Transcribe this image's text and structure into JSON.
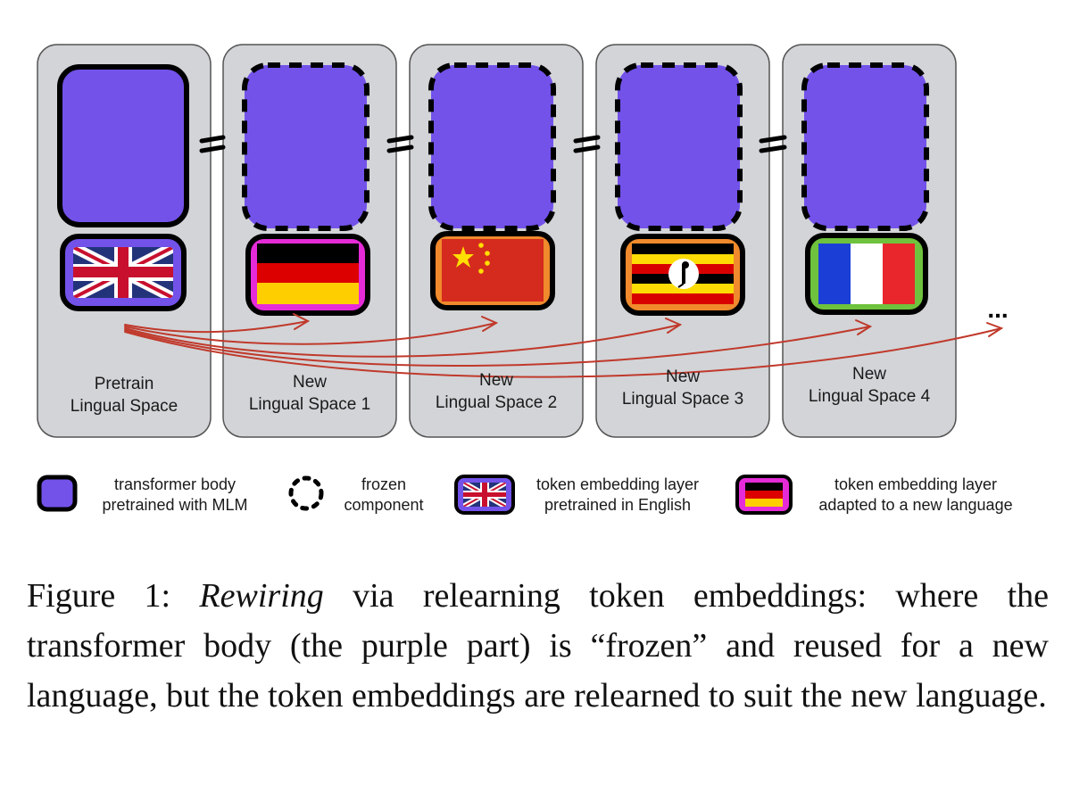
{
  "panels": [
    {
      "line1": "Pretrain",
      "line2": "Lingual Space",
      "flag": "uk-flag",
      "frozen": false
    },
    {
      "line1": "New",
      "line2": "Lingual Space 1",
      "flag": "germany-flag",
      "frozen": true
    },
    {
      "line1": "New",
      "line2": "Lingual Space 2",
      "flag": "china-flag",
      "frozen": true
    },
    {
      "line1": "New",
      "line2": "Lingual Space 3",
      "flag": "uganda-flag",
      "frozen": true
    },
    {
      "line1": "New",
      "line2": "Lingual Space 4",
      "flag": "france-flag",
      "frozen": true
    }
  ],
  "ellipsis": "...",
  "legend": {
    "body": {
      "line1": "transformer body",
      "line2": "pretrained with MLM",
      "icon": "purple-block-icon"
    },
    "frozen": {
      "line1": "frozen",
      "line2": "component",
      "icon": "dashed-circle-icon"
    },
    "pretrained_embedding": {
      "line1": "token embedding layer",
      "line2": "pretrained in English",
      "icon": "uk-flag-icon"
    },
    "adapted_embedding": {
      "line1": "token embedding layer",
      "line2": "adapted to a new language",
      "icon": "germany-flag-icon"
    }
  },
  "caption": {
    "prefix": "Figure 1: ",
    "emphasis": "Rewiring",
    "rest": " via relearning token embeddings: where the transformer body (the purple part) is “frozen” and reused for a new language, but the token embeddings are relearned to suit the new language."
  },
  "colors": {
    "panel_bg": "#d2d4d7",
    "purple": "#7352ea",
    "arrow": "#c0392b",
    "pink_border": "#e52bd8",
    "orange_border": "#f08a2c",
    "green_border": "#6fc23d"
  }
}
